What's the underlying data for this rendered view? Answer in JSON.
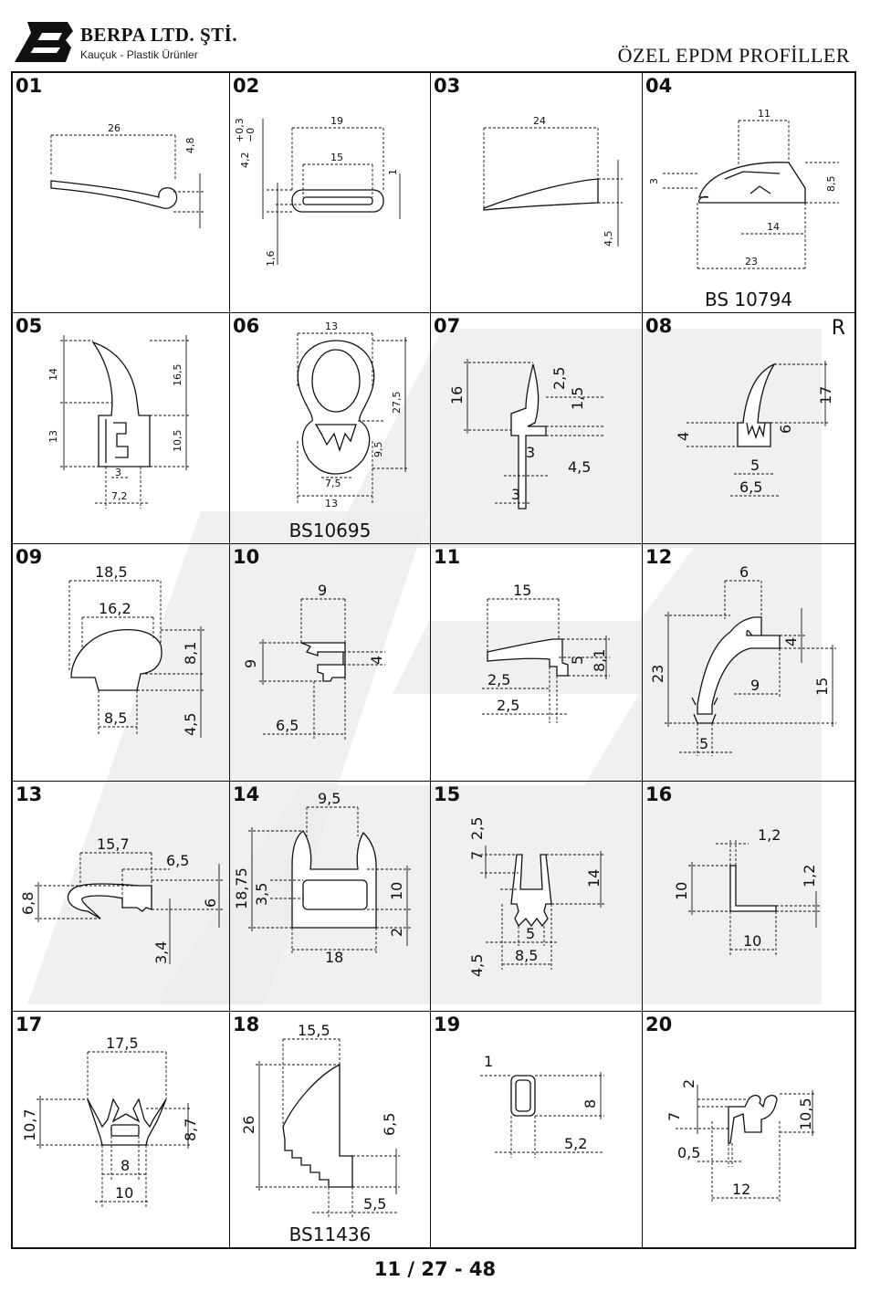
{
  "header": {
    "company": "BERPA LTD. ŞTİ.",
    "tagline": "Kauçuk - Plastik Ürünler",
    "title": "ÖZEL EPDM PROFİLLER"
  },
  "footer": {
    "page": "11 / 27 - 48"
  },
  "colors": {
    "ink": "#111111",
    "watermark": "#ececec"
  },
  "profiles": [
    {
      "no": "01",
      "dims": [
        "26",
        "4,8"
      ]
    },
    {
      "no": "02",
      "dims": [
        "19",
        "15",
        "4,2",
        "+0,3",
        "−0",
        "1",
        "1,6"
      ]
    },
    {
      "no": "03",
      "dims": [
        "24",
        "4,5"
      ]
    },
    {
      "no": "04",
      "standard": "BS 10794",
      "dims": [
        "11",
        "3",
        "8,5",
        "14",
        "23"
      ]
    },
    {
      "no": "05",
      "dims": [
        "14",
        "13",
        "16,5",
        "10,5",
        "3",
        "7,2"
      ]
    },
    {
      "no": "06",
      "standard": "BS10695",
      "dims": [
        "13",
        "27,5",
        "9,5",
        "7,5",
        "13"
      ]
    },
    {
      "no": "07",
      "dims": [
        "16",
        "2,5",
        "1,5",
        "3",
        "4,5",
        "3"
      ]
    },
    {
      "no": "08",
      "mark": "R",
      "dims": [
        "17",
        "4",
        "6",
        "5",
        "6,5"
      ]
    },
    {
      "no": "09",
      "dims": [
        "18,5",
        "16,2",
        "8,1",
        "8,5",
        "4,5"
      ]
    },
    {
      "no": "10",
      "dims": [
        "9",
        "9",
        "4",
        "6,5"
      ]
    },
    {
      "no": "11",
      "dims": [
        "15",
        "5",
        "8,1",
        "2,5",
        "2,5"
      ]
    },
    {
      "no": "12",
      "dims": [
        "6",
        "4",
        "23",
        "9",
        "15",
        "5"
      ]
    },
    {
      "no": "13",
      "dims": [
        "15,7",
        "6,5",
        "6,8",
        "6",
        "3,4"
      ]
    },
    {
      "no": "14",
      "dims": [
        "9,5",
        "18,75",
        "3,5",
        "10",
        "2",
        "18"
      ]
    },
    {
      "no": "15",
      "dims": [
        "7",
        "2,5",
        "14",
        "5",
        "4,5",
        "8,5"
      ]
    },
    {
      "no": "16",
      "dims": [
        "1,2",
        "1,2",
        "10",
        "10"
      ]
    },
    {
      "no": "17",
      "dims": [
        "17,5",
        "10,7",
        "8,7",
        "8",
        "10"
      ]
    },
    {
      "no": "18",
      "standard": "BS11436",
      "dims": [
        "15,5",
        "26",
        "6,5",
        "5,5"
      ]
    },
    {
      "no": "19",
      "dims": [
        "1",
        "8",
        "5,2"
      ]
    },
    {
      "no": "20",
      "dims": [
        "2",
        "7",
        "10,5",
        "0,5",
        "12"
      ]
    }
  ]
}
